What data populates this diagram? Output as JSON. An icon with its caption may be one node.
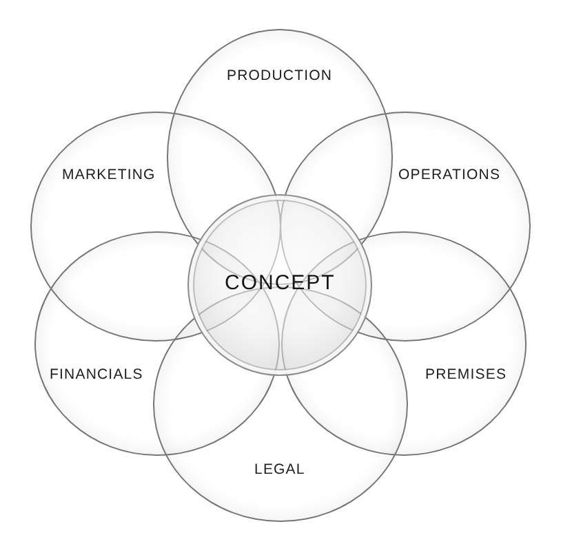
{
  "diagram": {
    "nodes": [
      {
        "text": [
          "PRODUCTION"
        ]
      },
      {
        "text": [
          "MARKETING"
        ]
      },
      {
        "text": [
          "OPERATIONS"
        ]
      },
      {
        "text": [
          "CONCEPT"
        ]
      },
      {
        "text": [
          "FINANCIALS"
        ]
      },
      {
        "text": [
          "PREMISES"
        ]
      },
      {
        "text": [
          "LEGAL"
        ]
      }
    ]
  }
}
